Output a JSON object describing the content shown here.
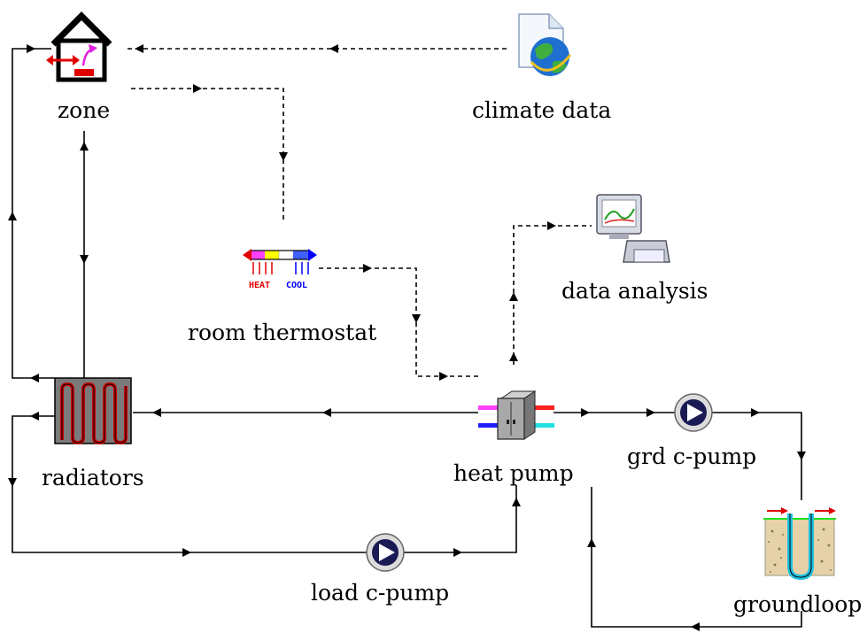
{
  "components": {
    "zone": {
      "label": "zone",
      "icon": "house-icon"
    },
    "climate": {
      "label": "climate data",
      "icon": "globe-document-icon"
    },
    "thermostat": {
      "label": "room thermostat",
      "icon": "thermostat-icon",
      "heat_text": "HEAT",
      "cool_text": "COOL"
    },
    "analysis": {
      "label": "data analysis",
      "icon": "printer-monitor-icon"
    },
    "radiators": {
      "label": "radiators",
      "icon": "radiator-coil-icon"
    },
    "heatpump": {
      "label": "heat pump",
      "icon": "heat-pump-icon"
    },
    "grdpump": {
      "label": "grd c-pump",
      "icon": "pump-icon"
    },
    "loadpump": {
      "label": "load c-pump",
      "icon": "pump-icon"
    },
    "groundloop": {
      "label": "groundloop",
      "icon": "borehole-icon"
    }
  },
  "colors": {
    "line": "#000000",
    "heat": "#ff0000",
    "cool": "#0000ff",
    "pump_fill": "#1a1a55",
    "radiator_body": "#7a7a7a",
    "coil": "#cc0000"
  }
}
